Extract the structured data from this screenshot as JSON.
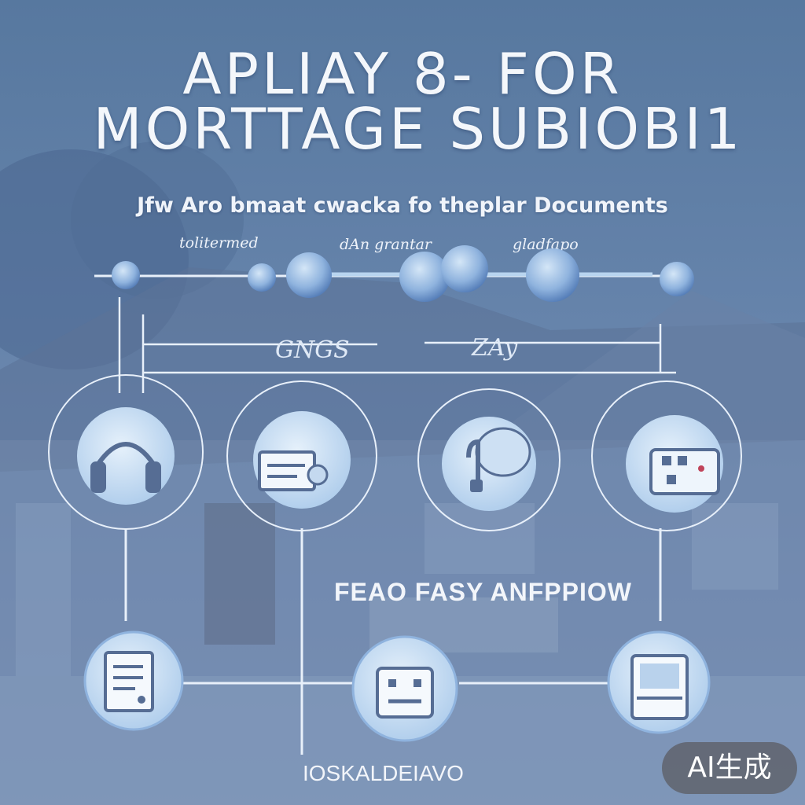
{
  "title": {
    "line1": "APLIAY 8- FOR",
    "line2": "MORTTAGE SUBIOBI1"
  },
  "subtitle": "Jfw Aro  bmaat cwacka  fo  theplar  Documents",
  "timeline": {
    "labels": [
      "tolitermed",
      "dAn grantar",
      "gladfapo"
    ]
  },
  "branch_labels": [
    "GNGS",
    "ZAy"
  ],
  "step_icons": [
    "headset-icon",
    "document-card-icon",
    "phone-icon",
    "printer-icon"
  ],
  "mid_label": "FEAO FASY ANFPPIOW",
  "bottom_icons": [
    "form-document-icon",
    "id-card-icon",
    "monitor-icon"
  ],
  "bottom_label": "IOSKALDEIAVO",
  "badge": "AI生成",
  "colors": {
    "accent": "#bcd7f0",
    "line": "#e8f0fa",
    "node": "#5b83c0"
  }
}
